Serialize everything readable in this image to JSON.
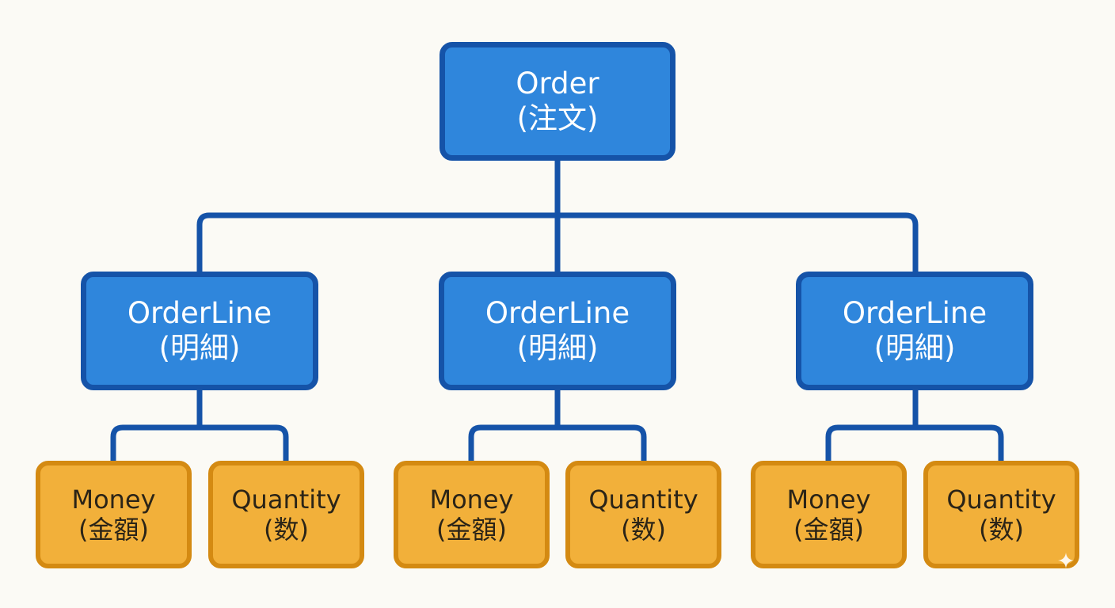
{
  "diagram": {
    "root": {
      "name": "Order",
      "sub": "(注文)",
      "children": [
        {
          "name": "OrderLine",
          "sub": "(明細)",
          "children": [
            {
              "name": "Money",
              "sub": "(金額)"
            },
            {
              "name": "Quantity",
              "sub": "(数)"
            }
          ]
        },
        {
          "name": "OrderLine",
          "sub": "(明細)",
          "children": [
            {
              "name": "Money",
              "sub": "(金額)"
            },
            {
              "name": "Quantity",
              "sub": "(数)"
            }
          ]
        },
        {
          "name": "OrderLine",
          "sub": "(明細)",
          "children": [
            {
              "name": "Money",
              "sub": "(金額)"
            },
            {
              "name": "Quantity",
              "sub": "(数)"
            }
          ]
        }
      ]
    },
    "colors": {
      "entity_fill": "#2f86dc",
      "entity_border": "#1553a8",
      "value_fill": "#f2b03a",
      "value_border": "#d48a12",
      "connector": "#1553a8",
      "background": "#fbfaf5"
    }
  }
}
